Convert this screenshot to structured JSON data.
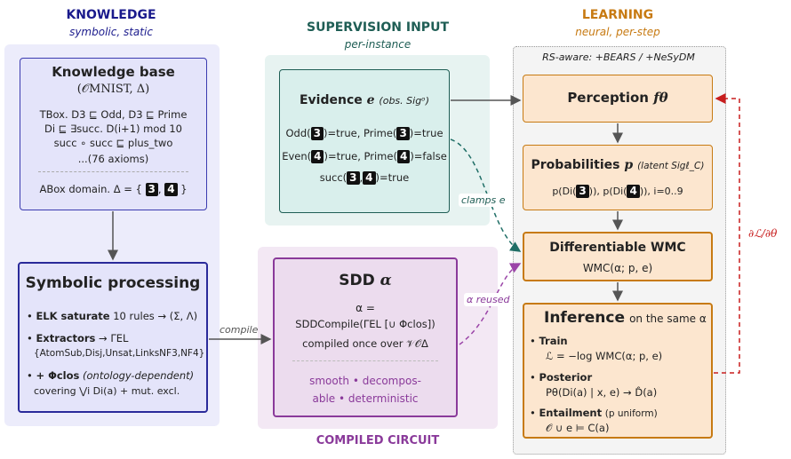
{
  "columns": {
    "knowledge": {
      "title": "KNOWLEDGE",
      "subtitle": "symbolic, static"
    },
    "supervision": {
      "title": "SUPERVISION INPUT",
      "subtitle": "per-instance"
    },
    "learning": {
      "title": "LEARNING",
      "subtitle": "neural, per-step"
    },
    "compiled": {
      "title": "COMPILED CIRCUIT"
    }
  },
  "kb": {
    "title": "Knowledge base",
    "subtitle": "(𝒪MNIST, Δ)",
    "tbox_1": "TBox. D3 ⊑ Odd,  D3 ⊑ Prime",
    "tbox_2": "Di ⊑ ∃succ. D(i+1) mod 10",
    "tbox_3": "succ ∘ succ ⊑ plus_two",
    "tbox_4": "...(76 axioms)",
    "abox_prefix": "ABox domain.  Δ = {",
    "abox_d1": "3",
    "abox_d2": "4",
    "abox_suffix": "}"
  },
  "sp": {
    "title": "Symbolic processing",
    "elk_label": "ELK saturate",
    "elk_text": "10 rules → (Σ, Λ)",
    "extractors_label": "Extractors",
    "extractors_text": "→ ΓEL",
    "extractors_list": "{AtomSub,Disj,Unsat,LinksNF3,NF4}",
    "phi_label": "+ Φclos",
    "phi_note": "(ontology-dependent)",
    "phi_text": "covering ⋁i Di(a) + mut. excl."
  },
  "evidence": {
    "title": "Evidence",
    "sym": "e",
    "note": "(obs. Sigᵒ)",
    "l1_a": "Odd(",
    "l1_d1": "3",
    "l1_b": ")=true,  Prime(",
    "l1_d2": "3",
    "l1_c": ")=true",
    "l2_a": "Even(",
    "l2_d1": "4",
    "l2_b": ")=true,  Prime(",
    "l2_d2": "4",
    "l2_c": ")=false",
    "l3_a": "succ(",
    "l3_d1": "3",
    "l3_sep": ",",
    "l3_d2": "4",
    "l3_c": ")=true"
  },
  "sdd": {
    "title": "SDD",
    "sym": "α",
    "l1": "α  =",
    "l2": "SDDCompile(ΓEL [∪ Φclos])",
    "l3": "compiled once over 𝒱𝒪Δ",
    "props_1": "smooth  •  decompos-",
    "props_2": "able  •  deterministic"
  },
  "learning": {
    "banner": "RS-aware: +BEARS / +NeSyDM",
    "perception": {
      "title": "Perception",
      "sym": "fθ"
    },
    "prob": {
      "title": "Probabilities",
      "sym": "p",
      "note": "(latent Sigℓ_C)",
      "line_a": "p(Di(",
      "line_d1": "3",
      "line_b": ")), p(Di(",
      "line_d2": "4",
      "line_c": ")), i=0..9"
    },
    "wmc": {
      "title": "Differentiable WMC",
      "line": "WMC(α; p, e)"
    },
    "inference": {
      "title": "Inference",
      "suffix": "on the same α",
      "train_label": "Train",
      "train_text": "ℒ = −log WMC(α; p, e)",
      "posterior_label": "Posterior",
      "posterior_text": "Pθ(Di(a) | x, e) → D̂(a)",
      "entail_label": "Entailment",
      "entail_note": "(p uniform)",
      "entail_text": "𝒪 ∪ e ⊨ C(a)"
    }
  },
  "edges": {
    "compile": "compile",
    "clamps": "clamps e",
    "reused": "α reused",
    "gradient": "∂ℒ/∂θ"
  },
  "colors": {
    "knowledge": "#1a1a8c",
    "supervision": "#1f5e55",
    "learning": "#c77a12",
    "compiled": "#8a3a9a",
    "gradient": "#c81e1e"
  }
}
